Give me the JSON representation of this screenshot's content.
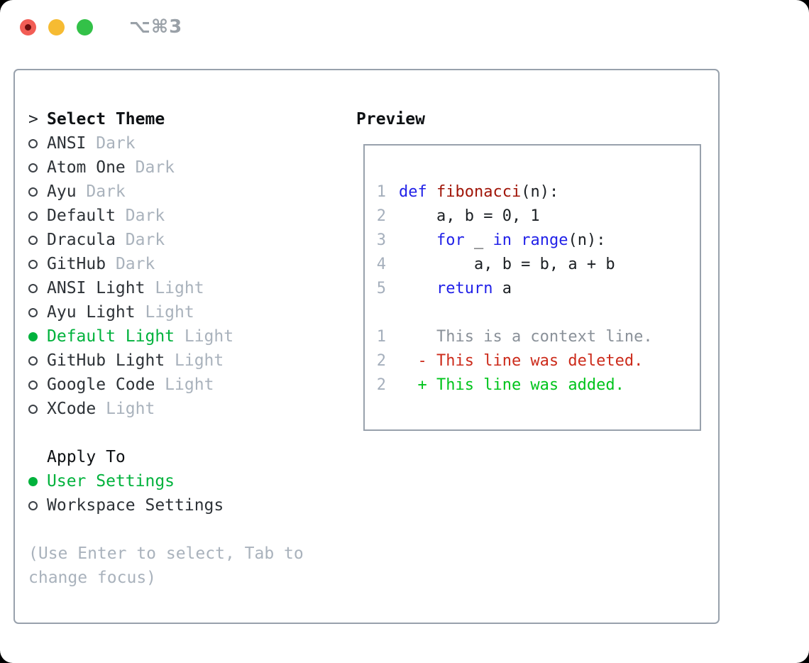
{
  "titlebar": {
    "shortcut": "⌥⌘3"
  },
  "colors": {
    "accent_green": "#00b23c",
    "added_green": "#00c41c",
    "deleted_red": "#cc2b1b",
    "keyword_blue": "#2121e8",
    "function_red": "#a01508",
    "muted_gray": "#a9b2bc",
    "line_number_gray": "#a5afbc",
    "context_gray": "#8a9199",
    "panel_border": "#98a1ac",
    "traffic_red": "#f25d55",
    "traffic_yellow": "#f6bb32",
    "traffic_green": "#33c148"
  },
  "left": {
    "title_prefix": ">",
    "title": "Select Theme",
    "themes": [
      {
        "name": "ANSI",
        "variant": "Dark",
        "selected": false
      },
      {
        "name": "Atom One",
        "variant": "Dark",
        "selected": false
      },
      {
        "name": "Ayu",
        "variant": "Dark",
        "selected": false
      },
      {
        "name": "Default",
        "variant": "Dark",
        "selected": false
      },
      {
        "name": "Dracula",
        "variant": "Dark",
        "selected": false
      },
      {
        "name": "GitHub",
        "variant": "Dark",
        "selected": false
      },
      {
        "name": "ANSI Light",
        "variant": "Light",
        "selected": false
      },
      {
        "name": "Ayu Light",
        "variant": "Light",
        "selected": false
      },
      {
        "name": "Default Light",
        "variant": "Light",
        "selected": true
      },
      {
        "name": "GitHub Light",
        "variant": "Light",
        "selected": false
      },
      {
        "name": "Google Code",
        "variant": "Light",
        "selected": false
      },
      {
        "name": "XCode",
        "variant": "Light",
        "selected": false
      }
    ],
    "apply_to_title": "Apply To",
    "apply_options": [
      {
        "name": "User Settings",
        "selected": true
      },
      {
        "name": "Workspace Settings",
        "selected": false
      }
    ],
    "hint_lines": [
      "(Use Enter to select, Tab to",
      "change focus)"
    ]
  },
  "preview": {
    "title": "Preview",
    "code_lines": [
      {
        "num": "1",
        "tokens": [
          {
            "text": "def",
            "type": "keyword"
          },
          {
            "text": " ",
            "type": "plain"
          },
          {
            "text": "fibonacci",
            "type": "function"
          },
          {
            "text": "(n):",
            "type": "plain"
          }
        ]
      },
      {
        "num": "2",
        "tokens": [
          {
            "text": "    a, b = 0, 1",
            "type": "plain"
          }
        ]
      },
      {
        "num": "3",
        "tokens": [
          {
            "text": "    ",
            "type": "plain"
          },
          {
            "text": "for",
            "type": "keyword"
          },
          {
            "text": " _ ",
            "type": "plain"
          },
          {
            "text": "in",
            "type": "keyword"
          },
          {
            "text": " ",
            "type": "plain"
          },
          {
            "text": "range",
            "type": "keyword"
          },
          {
            "text": "(n):",
            "type": "plain"
          }
        ]
      },
      {
        "num": "4",
        "tokens": [
          {
            "text": "        a, b = b, a + b",
            "type": "plain"
          }
        ]
      },
      {
        "num": "5",
        "tokens": [
          {
            "text": "    ",
            "type": "plain"
          },
          {
            "text": "return",
            "type": "keyword"
          },
          {
            "text": " a",
            "type": "plain"
          }
        ]
      }
    ],
    "diff_lines": [
      {
        "num": "1",
        "text": "    This is a context line.",
        "type": "context"
      },
      {
        "num": "2",
        "text": "  - This line was deleted.",
        "type": "deleted"
      },
      {
        "num": "2",
        "text": "  + This line was added.",
        "type": "added"
      }
    ]
  }
}
